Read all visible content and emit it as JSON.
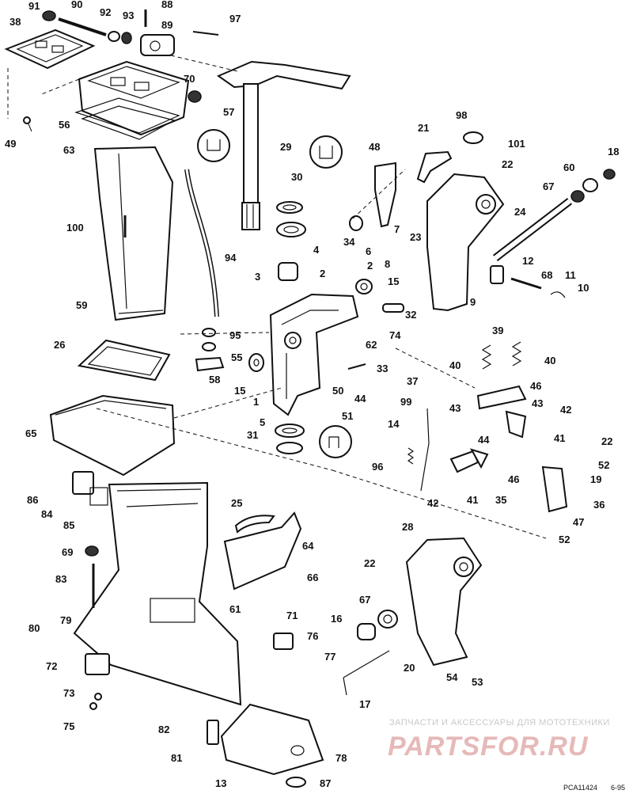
{
  "diagram": {
    "callouts": [
      {
        "id": "c91",
        "text": "91"
      },
      {
        "id": "c90",
        "text": "90"
      },
      {
        "id": "c92",
        "text": "92"
      },
      {
        "id": "c93",
        "text": "93"
      },
      {
        "id": "c88",
        "text": "88"
      },
      {
        "id": "c89",
        "text": "89"
      },
      {
        "id": "c97",
        "text": "97"
      },
      {
        "id": "c38",
        "text": "38"
      },
      {
        "id": "c70",
        "text": "70"
      },
      {
        "id": "c57",
        "text": "57"
      },
      {
        "id": "c56",
        "text": "56"
      },
      {
        "id": "c63",
        "text": "63"
      },
      {
        "id": "c49",
        "text": "49"
      },
      {
        "id": "c29",
        "text": "29"
      },
      {
        "id": "c98",
        "text": "98"
      },
      {
        "id": "c21",
        "text": "21"
      },
      {
        "id": "c101",
        "text": "101"
      },
      {
        "id": "c48",
        "text": "48"
      },
      {
        "id": "c22a",
        "text": "22"
      },
      {
        "id": "c18",
        "text": "18"
      },
      {
        "id": "c60",
        "text": "60"
      },
      {
        "id": "c67a",
        "text": "67"
      },
      {
        "id": "c100",
        "text": "100"
      },
      {
        "id": "c30",
        "text": "30"
      },
      {
        "id": "c24",
        "text": "24"
      },
      {
        "id": "c34",
        "text": "34"
      },
      {
        "id": "c7",
        "text": "7"
      },
      {
        "id": "c23",
        "text": "23"
      },
      {
        "id": "c4",
        "text": "4"
      },
      {
        "id": "c6",
        "text": "6"
      },
      {
        "id": "c8",
        "text": "8"
      },
      {
        "id": "c94",
        "text": "94"
      },
      {
        "id": "c12",
        "text": "12"
      },
      {
        "id": "c68",
        "text": "68"
      },
      {
        "id": "c11",
        "text": "11"
      },
      {
        "id": "c10",
        "text": "10"
      },
      {
        "id": "c3",
        "text": "3"
      },
      {
        "id": "c2a",
        "text": "2"
      },
      {
        "id": "c2b",
        "text": "2"
      },
      {
        "id": "c15a",
        "text": "15"
      },
      {
        "id": "c9",
        "text": "9"
      },
      {
        "id": "c59",
        "text": "59"
      },
      {
        "id": "c32",
        "text": "32"
      },
      {
        "id": "c74",
        "text": "74"
      },
      {
        "id": "c95",
        "text": "95"
      },
      {
        "id": "c39",
        "text": "39"
      },
      {
        "id": "c62",
        "text": "62"
      },
      {
        "id": "c26",
        "text": "26"
      },
      {
        "id": "c55",
        "text": "55"
      },
      {
        "id": "c33",
        "text": "33"
      },
      {
        "id": "c40a",
        "text": "40"
      },
      {
        "id": "c40b",
        "text": "40"
      },
      {
        "id": "c15b",
        "text": "15"
      },
      {
        "id": "c58",
        "text": "58"
      },
      {
        "id": "c37",
        "text": "37"
      },
      {
        "id": "c46a",
        "text": "46"
      },
      {
        "id": "c50",
        "text": "50"
      },
      {
        "id": "c44a",
        "text": "44"
      },
      {
        "id": "c99",
        "text": "99"
      },
      {
        "id": "c43a",
        "text": "43"
      },
      {
        "id": "c43b",
        "text": "43"
      },
      {
        "id": "c1",
        "text": "1"
      },
      {
        "id": "c51",
        "text": "51"
      },
      {
        "id": "c42a",
        "text": "42"
      },
      {
        "id": "c65",
        "text": "65"
      },
      {
        "id": "c14",
        "text": "14"
      },
      {
        "id": "c41a",
        "text": "41"
      },
      {
        "id": "c5",
        "text": "5"
      },
      {
        "id": "c31",
        "text": "31"
      },
      {
        "id": "c44b",
        "text": "44"
      },
      {
        "id": "c22b",
        "text": "22"
      },
      {
        "id": "c52a",
        "text": "52"
      },
      {
        "id": "c96",
        "text": "96"
      },
      {
        "id": "c46b",
        "text": "46"
      },
      {
        "id": "c19",
        "text": "19"
      },
      {
        "id": "c86",
        "text": "86"
      },
      {
        "id": "c42b",
        "text": "42"
      },
      {
        "id": "c41b",
        "text": "41"
      },
      {
        "id": "c35",
        "text": "35"
      },
      {
        "id": "c36",
        "text": "36"
      },
      {
        "id": "c84",
        "text": "84"
      },
      {
        "id": "c85",
        "text": "85"
      },
      {
        "id": "c25",
        "text": "25"
      },
      {
        "id": "c47",
        "text": "47"
      },
      {
        "id": "c28",
        "text": "28"
      },
      {
        "id": "c52b",
        "text": "52"
      },
      {
        "id": "c64",
        "text": "64"
      },
      {
        "id": "c69",
        "text": "69"
      },
      {
        "id": "c22c",
        "text": "22"
      },
      {
        "id": "c66",
        "text": "66"
      },
      {
        "id": "c83",
        "text": "83"
      },
      {
        "id": "c61",
        "text": "61"
      },
      {
        "id": "c67b",
        "text": "67"
      },
      {
        "id": "c79",
        "text": "79"
      },
      {
        "id": "c71",
        "text": "71"
      },
      {
        "id": "c16",
        "text": "16"
      },
      {
        "id": "c80",
        "text": "80"
      },
      {
        "id": "c76",
        "text": "76"
      },
      {
        "id": "c77",
        "text": "77"
      },
      {
        "id": "c72",
        "text": "72"
      },
      {
        "id": "c20",
        "text": "20"
      },
      {
        "id": "c54",
        "text": "54"
      },
      {
        "id": "c53",
        "text": "53"
      },
      {
        "id": "c73",
        "text": "73"
      },
      {
        "id": "c17",
        "text": "17"
      },
      {
        "id": "c75",
        "text": "75"
      },
      {
        "id": "c82",
        "text": "82"
      },
      {
        "id": "c81",
        "text": "81"
      },
      {
        "id": "c78",
        "text": "78"
      },
      {
        "id": "c13",
        "text": "13"
      },
      {
        "id": "c87",
        "text": "87"
      }
    ]
  },
  "watermark": {
    "line1": "ЗАПЧАСТИ И АКСЕССУАРЫ ДЛЯ МОТОТЕХНИКИ",
    "line2": "PARTSFOR.RU"
  },
  "footer": {
    "code": "PCA11424",
    "date": "6-95"
  },
  "colors": {
    "ink": "#111111",
    "watermark_red": "#e6b9b9",
    "watermark_gray": "#c9c9c9"
  }
}
